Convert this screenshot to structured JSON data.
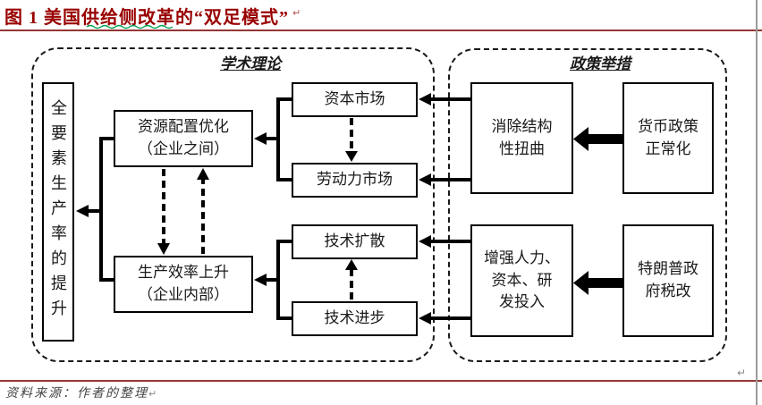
{
  "page": {
    "title": "图 1 美国供给侧改革的“双足模式”",
    "title_color": "#990000",
    "rule_color": "#953735",
    "squiggle_color": "#00A050",
    "source_note": "资料来源：作者的整理",
    "pilcrow": "↵"
  },
  "diagram": {
    "groups": [
      {
        "id": "academic",
        "label": "学术理论"
      },
      {
        "id": "policy",
        "label": "政策举措"
      }
    ],
    "boxes": [
      {
        "id": "tfp",
        "label": "全要素生产率的提升",
        "orientation": "vertical"
      },
      {
        "id": "resource",
        "label": "资源配置优化\n（企业之间）"
      },
      {
        "id": "efficiency",
        "label": "生产效率上升\n（企业内部）"
      },
      {
        "id": "capital",
        "label": "资本市场"
      },
      {
        "id": "labor",
        "label": "劳动力市场"
      },
      {
        "id": "diffusion",
        "label": "技术扩散"
      },
      {
        "id": "progress",
        "label": "技术进步"
      },
      {
        "id": "distortion",
        "label": "消除结构\n性扭曲"
      },
      {
        "id": "monetary",
        "label": "货币政策\n正常化"
      },
      {
        "id": "hr",
        "label": "增强人力、\n资本、研\n发投入"
      },
      {
        "id": "trump",
        "label": "特朗普政\n府税改"
      }
    ],
    "edges": [
      {
        "from": "monetary",
        "to": "distortion",
        "style": "block-arrow"
      },
      {
        "from": "trump",
        "to": "hr",
        "style": "block-arrow"
      },
      {
        "from": "distortion",
        "to": "capital",
        "style": "solid-arrow"
      },
      {
        "from": "distortion",
        "to": "labor",
        "style": "solid-arrow"
      },
      {
        "from": "hr",
        "to": "diffusion",
        "style": "solid-arrow"
      },
      {
        "from": "hr",
        "to": "progress",
        "style": "solid-arrow"
      },
      {
        "from": "capital",
        "to": "labor",
        "style": "dashed-arrow"
      },
      {
        "from": "progress",
        "to": "diffusion",
        "style": "dashed-arrow"
      },
      {
        "from": "resource",
        "to": "efficiency",
        "style": "dashed-arrow"
      },
      {
        "from": "efficiency",
        "to": "resource",
        "style": "dashed-arrow"
      },
      {
        "from": "capital+labor",
        "to": "resource",
        "style": "solid-arrow-bracket"
      },
      {
        "from": "diffusion+progress",
        "to": "efficiency",
        "style": "solid-arrow-bracket"
      },
      {
        "from": "resource+efficiency",
        "to": "tfp",
        "style": "solid-arrow-bracket"
      }
    ]
  }
}
